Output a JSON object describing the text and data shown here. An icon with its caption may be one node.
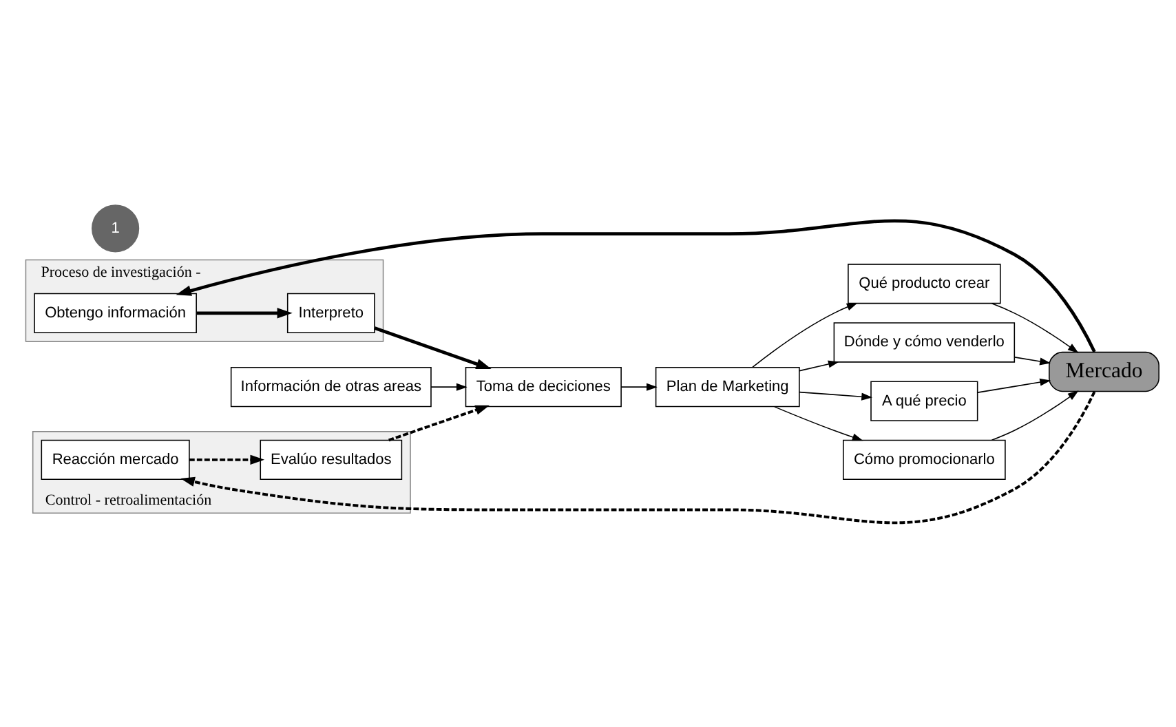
{
  "diagram": {
    "nodes": [
      {
        "text": [
          "Proceso de investigación -"
        ]
      },
      {
        "text": [
          "Interpreto"
        ],
        "in": 0
      },
      {
        "text": [
          "Obtengo información"
        ],
        "in": 0
      },
      {
        "text": [
          "Información de otras areas"
        ]
      },
      {
        "text": [
          "Toma de deciciones"
        ]
      },
      {
        "text": [
          "Plan de Marketing"
        ]
      },
      {
        "text": [
          "Qué producto crear"
        ]
      },
      {
        "text": [
          "Dónde y cómo venderlo"
        ]
      },
      {
        "text": [
          "A qué precio"
        ]
      },
      {
        "text": [
          "Cómo promocionarlo"
        ]
      },
      {
        "text": [
          "Mercado"
        ]
      },
      {
        "text": [
          "1"
        ]
      },
      {
        "text": [
          "Control - retroalimentación"
        ]
      },
      {
        "text": [
          "Reacción mercado"
        ],
        "in": 12
      },
      {
        "text": [
          "Evalúo resultados"
        ],
        "in": 12
      }
    ],
    "edges": [
      {
        "from": 3,
        "to": 4,
        "arrow": "to"
      },
      {
        "from": 4,
        "to": 5,
        "arrow": "to"
      },
      {
        "from": 5,
        "to": 6,
        "arrow": "to"
      },
      {
        "from": 5,
        "to": 7,
        "arrow": "to"
      },
      {
        "from": 5,
        "to": 8,
        "arrow": "to"
      },
      {
        "from": 5,
        "to": 9,
        "arrow": "to"
      },
      {
        "from": 6,
        "to": 10,
        "arrow": "to"
      },
      {
        "from": 7,
        "to": 10,
        "arrow": "to"
      },
      {
        "from": 8,
        "to": 10,
        "arrow": "to"
      },
      {
        "from": 9,
        "to": 10,
        "arrow": "to"
      },
      {
        "from": 10,
        "to": 2,
        "arrow": "to",
        "style": "thick"
      },
      {
        "from": 2,
        "to": 1,
        "arrow": "to",
        "style": "thick"
      },
      {
        "from": 1,
        "to": 4,
        "arrow": "to",
        "style": "thick"
      },
      {
        "from": 10,
        "to": 13,
        "arrow": "to",
        "style": "dashed"
      },
      {
        "from": 13,
        "to": 14,
        "arrow": "to",
        "style": "dashed"
      },
      {
        "from": 14,
        "to": 4,
        "arrow": "to",
        "style": "dashed"
      }
    ]
  }
}
